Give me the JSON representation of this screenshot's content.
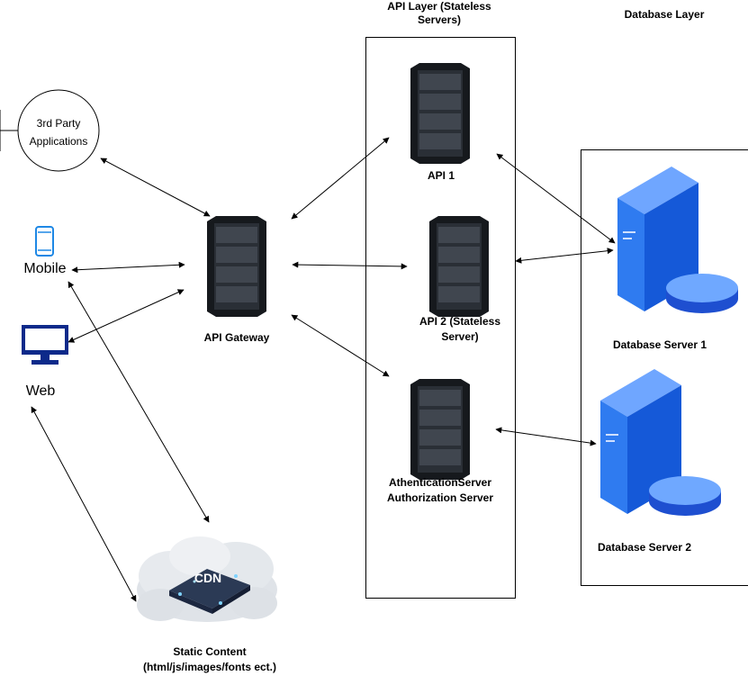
{
  "layers": {
    "api_layer_title": "API Layer (Stateless Servers)",
    "database_layer_title": "Database Layer"
  },
  "clients": {
    "third_party": "3rd Party Applications",
    "mobile": "Mobile",
    "web": "Web"
  },
  "gateway": {
    "label": "API Gateway"
  },
  "api": {
    "api1": "API 1",
    "api2": "API 2 (Stateless Server)",
    "auth": "AthenticationServer Authorization Server"
  },
  "database": {
    "server1": "Database Server 1",
    "server2": "Database Server 2"
  },
  "cdn": {
    "badge": "CDN",
    "caption": "Static Content (html/js/images/fonts ect.)"
  },
  "colors": {
    "server_dark": "#1f2328",
    "db_blue": "#1e6fe0",
    "device_blue": "#1e88e5",
    "monitor_navy": "#0d2a8a"
  }
}
